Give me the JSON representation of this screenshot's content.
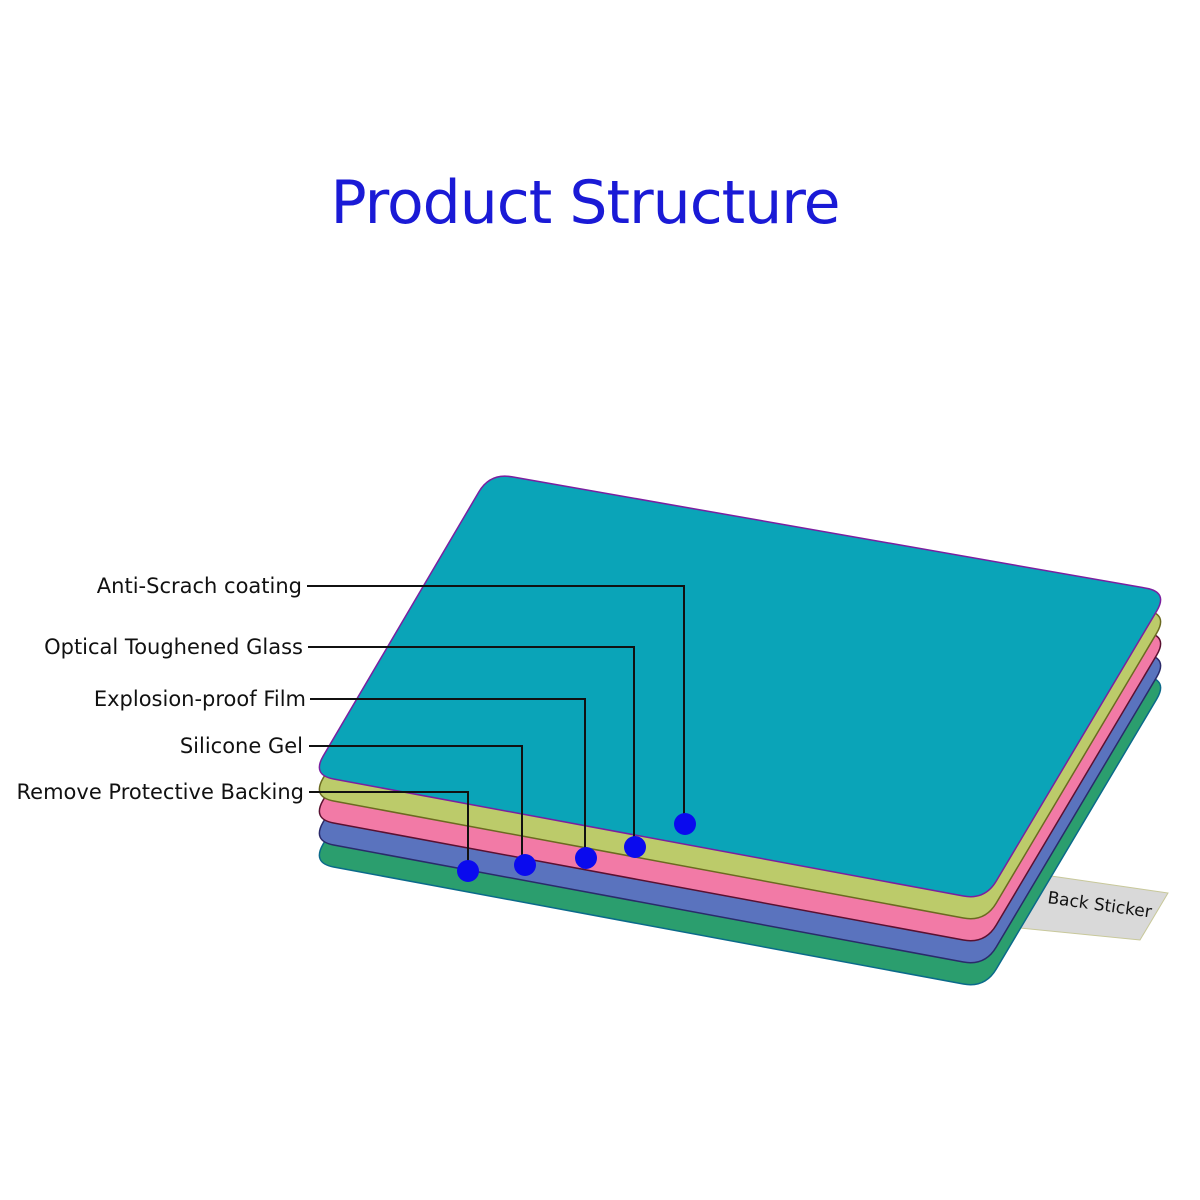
{
  "title": "Product Structure",
  "layers": [
    {
      "name": "Anti-Scrach coating",
      "color": "#0aa4b8",
      "stroke": "#7a1fa0"
    },
    {
      "name": "Optical Toughened Glass",
      "color": "#bccb6a",
      "stroke": "#6b6a20"
    },
    {
      "name": "Explosion-proof Film",
      "color": "#f27aa6",
      "stroke": "#5a1030"
    },
    {
      "name": "Silicone Gel",
      "color": "#5a73be",
      "stroke": "#2a2a6a"
    },
    {
      "name": "Remove Protective Backing",
      "color": "#2b9e6e",
      "stroke": "#0a6a8a"
    }
  ],
  "labels": [
    {
      "text": "Anti-Scrach coating"
    },
    {
      "text": "Optical Toughened Glass"
    },
    {
      "text": "Explosion-proof Film"
    },
    {
      "text": "Silicone Gel"
    },
    {
      "text": "Remove Protective Backing"
    }
  ],
  "back_sticker": {
    "text": "Back Sticker",
    "color": "#d9d9d9"
  },
  "marker_color": "#0a0aee",
  "leader_color": "#111111"
}
